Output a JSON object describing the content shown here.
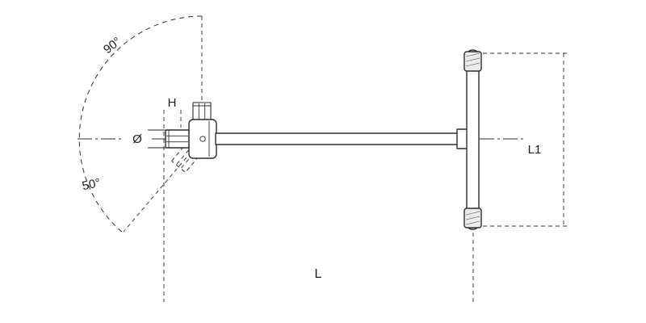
{
  "diagram": {
    "labels": {
      "angle_upper": "90°",
      "angle_lower": "50°",
      "head_height": "H",
      "diameter": "Ø",
      "overall_length": "L",
      "handle_length": "L1"
    },
    "colors": {
      "line": "#2e2e2e",
      "background": "#ffffff",
      "knurl_fill": "#ececec"
    }
  }
}
